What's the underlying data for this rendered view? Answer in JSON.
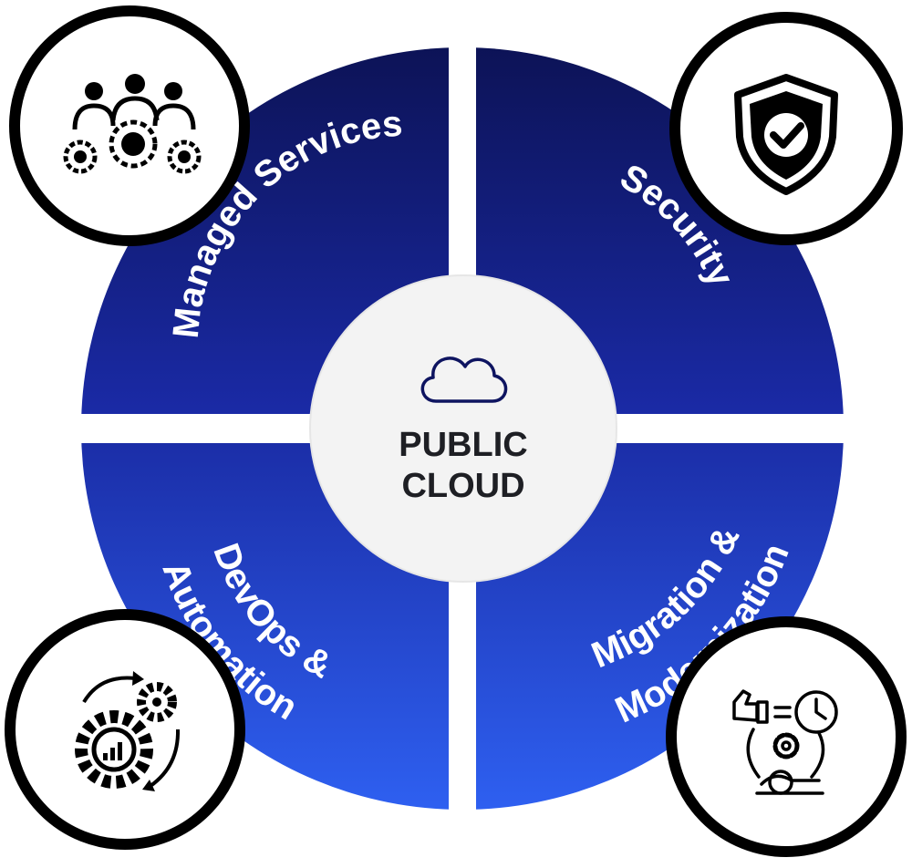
{
  "center": {
    "line1": "PUBLIC",
    "line2": "CLOUD",
    "icon": "cloud-icon"
  },
  "quadrants": [
    {
      "id": "managed-services",
      "label": "Managed Services",
      "icon": "team-gears-icon"
    },
    {
      "id": "security",
      "label": "Security",
      "icon": "shield-check-icon"
    },
    {
      "id": "devops",
      "label_lines": [
        "DevOps &",
        "Automation"
      ],
      "icon": "gears-cycle-icon"
    },
    {
      "id": "migration",
      "label_lines": [
        "Migration &",
        "Modernization"
      ],
      "icon": "modernization-icon"
    }
  ],
  "colors": {
    "quadrant_top_dark": "#0c1254",
    "quadrant_top_light": "#1a2aa6",
    "quadrant_bottom_dark": "#1b2ea8",
    "quadrant_bottom_light": "#2d5ef2",
    "center_fill": "#f3f3f3",
    "icon_circle_stroke": "#000000"
  }
}
